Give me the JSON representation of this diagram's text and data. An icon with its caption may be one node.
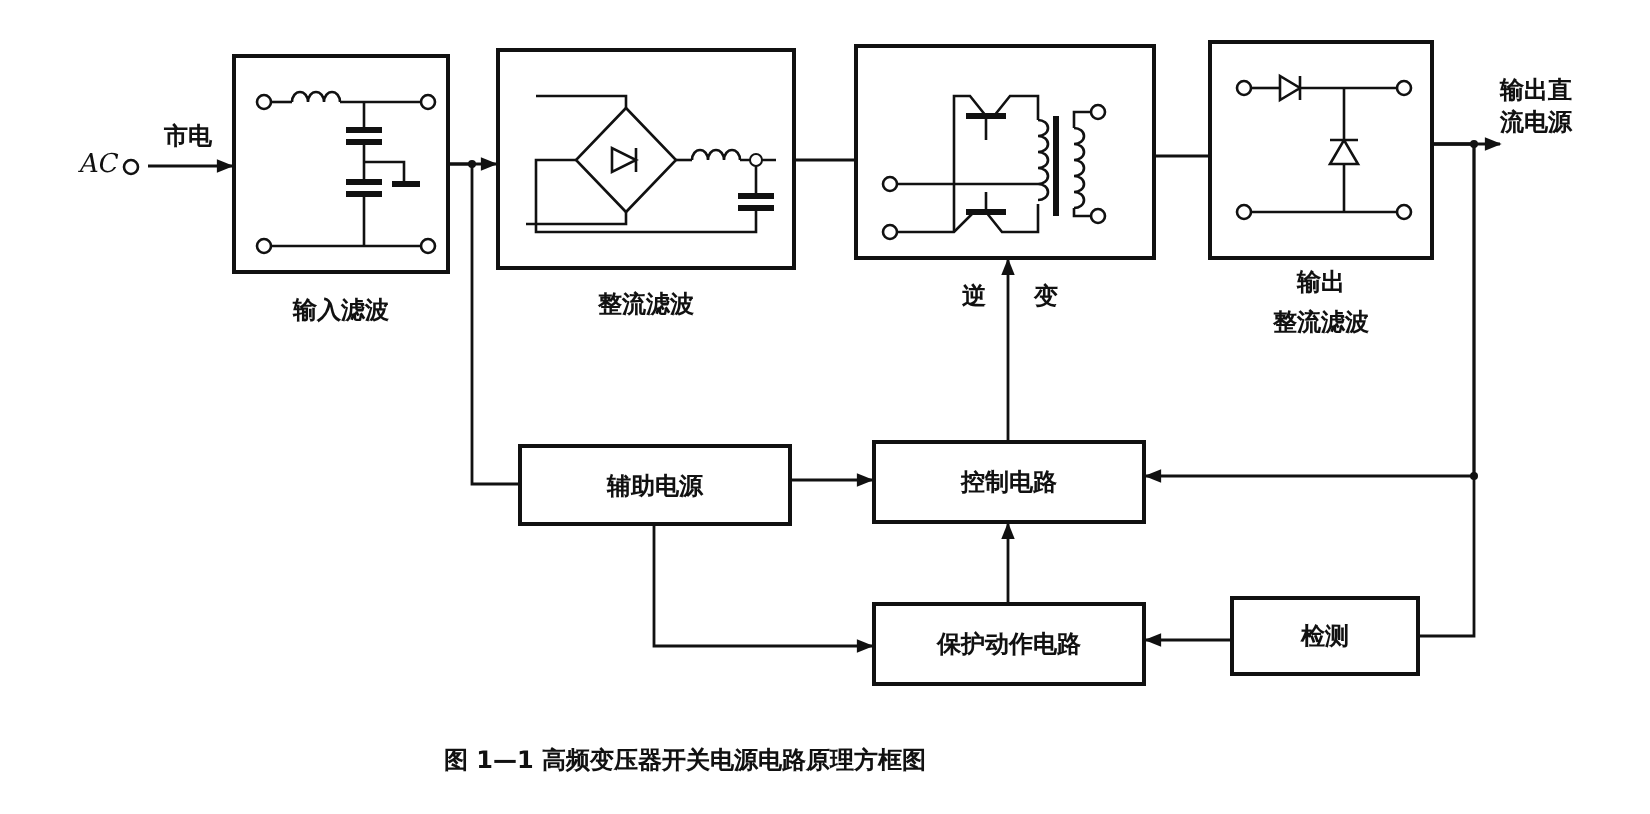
{
  "diagram": {
    "caption": "图 1—1 高频变压器开关电源电路原理方框图",
    "nodes": [
      {
        "text": [
          "AC"
        ]
      },
      {
        "text": [
          "输入滤波"
        ]
      },
      {
        "text": [
          "整流滤波"
        ]
      },
      {
        "text": [
          "逆",
          "变"
        ]
      },
      {
        "text": [
          "输出",
          "整流滤波"
        ]
      },
      {
        "text": [
          "辅助电源"
        ]
      },
      {
        "text": [
          "控制电路"
        ]
      },
      {
        "text": [
          "保护动作电路"
        ]
      },
      {
        "text": [
          "检测"
        ]
      },
      {
        "text": [
          "输出直流电源"
        ]
      }
    ],
    "edges": [
      {
        "from": 0,
        "to": 1,
        "arrow": "to",
        "label": "市电"
      },
      {
        "from": 1,
        "to": 2,
        "arrow": "to"
      },
      {
        "from": 2,
        "to": 3,
        "arrow": "none"
      },
      {
        "from": 3,
        "to": 4,
        "arrow": "none"
      },
      {
        "from": 4,
        "to": 9,
        "arrow": "to"
      },
      {
        "from": 1,
        "to": 5,
        "arrow": "none"
      },
      {
        "from": 5,
        "to": 6,
        "arrow": "to"
      },
      {
        "from": 6,
        "to": 3,
        "arrow": "to"
      },
      {
        "from": 4,
        "to": 6,
        "arrow": "to"
      },
      {
        "from": 4,
        "to": 8,
        "arrow": "none"
      },
      {
        "from": 8,
        "to": 7,
        "arrow": "to"
      },
      {
        "from": 5,
        "to": 7,
        "arrow": "to"
      },
      {
        "from": 7,
        "to": 6,
        "arrow": "to"
      }
    ],
    "labels": []
  }
}
